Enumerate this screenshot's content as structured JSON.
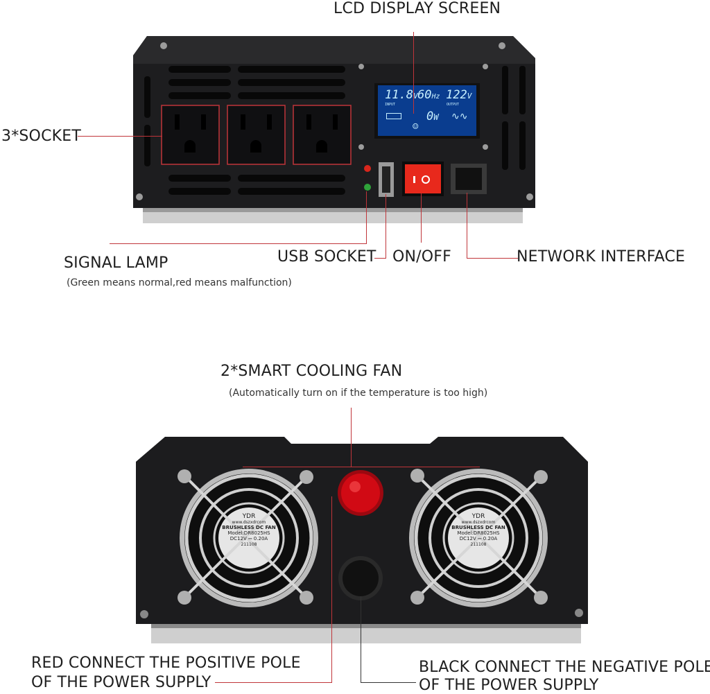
{
  "front_panel": {
    "labels": {
      "lcd": "LCD DISPLAY SCREEN",
      "socket": "3*SOCKET",
      "signal_lamp": "SIGNAL LAMP",
      "signal_lamp_note": "(Green means normal,red means malfunction)",
      "usb": "USB SOCKET",
      "onoff": "ON/OFF",
      "network": "NETWORK INTERFACE"
    },
    "lcd": {
      "input_voltage": "11.8",
      "input_unit": "V",
      "frequency": "60",
      "frequency_unit": "Hz",
      "output_voltage": "122",
      "output_unit": "V",
      "input_label": "INPUT",
      "output_label": "OUTPUT",
      "power": "0",
      "power_unit": "W"
    }
  },
  "rear_panel": {
    "labels": {
      "fan": "2*SMART COOLING FAN",
      "fan_note": "(Automatically turn on if the temperature is too high)",
      "red_line1": "RED CONNECT THE POSITIVE POLE",
      "red_line2": "OF THE POWER SUPPLY",
      "black_line1": "BLACK CONNECT THE NEGATIVE POLE",
      "black_line2": "OF THE POWER SUPPLY"
    },
    "fan_sticker": {
      "brand": "YDR",
      "url": "www.dszxdrcom",
      "line1": "BRUSHLESS DC FAN",
      "line2": "Model:DR8025HS",
      "line3": "DC12V ⎓ 0.20A",
      "code": "211108"
    }
  },
  "colors": {
    "callout_line": "#c0353a",
    "device_body": "#1c1c1e",
    "lcd_screen": "#0a3d8f",
    "lcd_text": "#c8f0ff",
    "switch_red": "#e8291c",
    "terminal_red": "#d10a14"
  }
}
